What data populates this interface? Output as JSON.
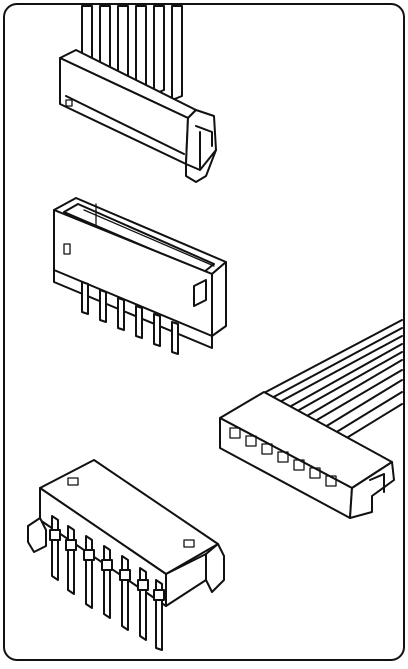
{
  "figure": {
    "frame_color": "#1a1a1a",
    "background": "#ffffff",
    "stroke_color": "#111111",
    "illustrations": [
      {
        "name": "crimp-housing-with-wires",
        "pins": 6
      },
      {
        "name": "vertical-pin-header",
        "pins": 6
      },
      {
        "name": "ribbon-cable-housing",
        "contacts": 7
      },
      {
        "name": "right-angle-header",
        "pins": 7
      }
    ]
  }
}
